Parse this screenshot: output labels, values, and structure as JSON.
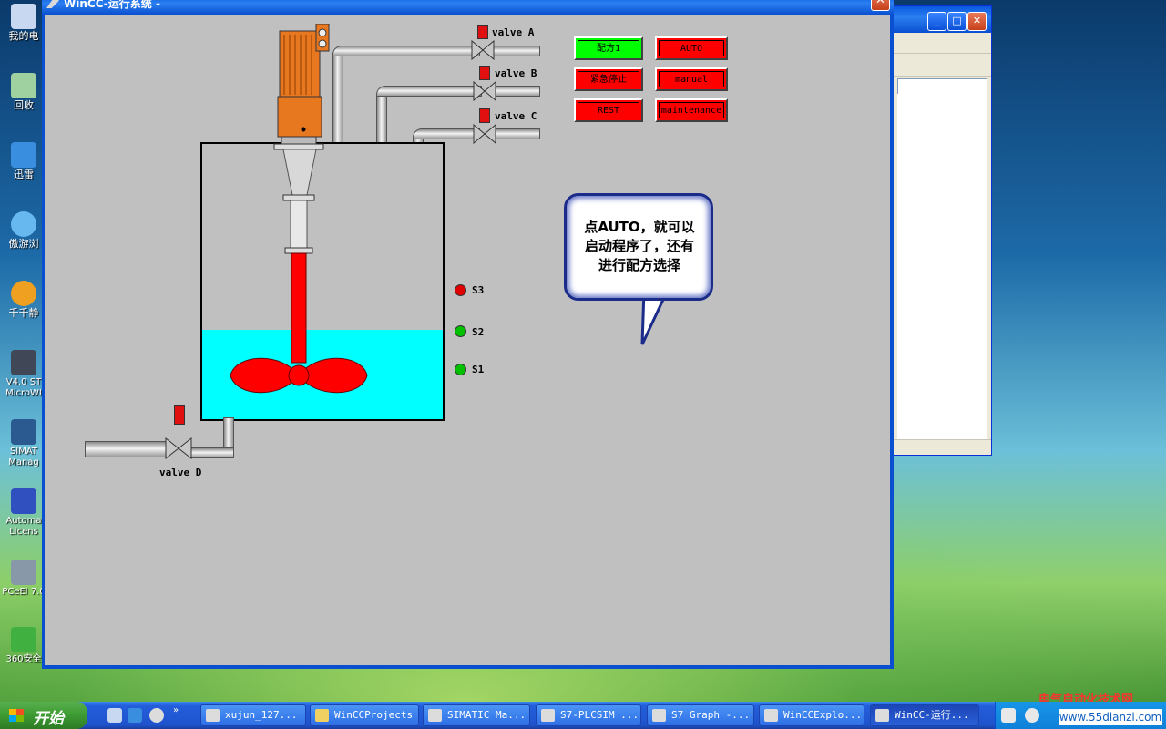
{
  "desktop": {
    "icons": [
      {
        "label": "我的电",
        "icon": "my-computer-icon"
      },
      {
        "label": "回收",
        "icon": "recycle-bin-icon"
      },
      {
        "label": "迅雷",
        "icon": "thunder-icon"
      },
      {
        "label": "傲游浏",
        "icon": "maxthon-icon"
      },
      {
        "label": "千千静",
        "icon": "ttplayer-icon"
      },
      {
        "label": "V4.0 ST MicroWI",
        "icon": "microwin-icon"
      },
      {
        "label": "SIMAT Manag",
        "icon": "simatic-icon"
      },
      {
        "label": "Automa Licens",
        "icon": "license-icon"
      },
      {
        "label": "PCeEl 7.0",
        "icon": "pc-icon"
      },
      {
        "label": "360安全",
        "icon": "shield-icon"
      }
    ]
  },
  "window": {
    "title": "WinCC-运行系统 -",
    "close": "✕"
  },
  "hmi": {
    "valves": {
      "a": "valve A",
      "b": "valve B",
      "c": "valve C",
      "d": "valve D"
    },
    "buttons": {
      "recipe": "配方1",
      "auto": "AUTO",
      "estop": "紧急停止",
      "manual": "manual",
      "reset": "REST",
      "maintenance": "maintenance"
    },
    "sensors": {
      "s3": "S3",
      "s2": "S2",
      "s1": "S1"
    },
    "callout": {
      "line1": "点AUTO，就可以",
      "line2": "启动程序了，还有",
      "line3": "进行配方选择"
    },
    "colors": {
      "sensor_on": "#00c000",
      "sensor_off": "#e00000",
      "button_active": "#00ff00",
      "button_inactive": "#ff0000",
      "water": "#00ffff",
      "agitator": "#ff0000"
    }
  },
  "taskbar": {
    "start": "开始",
    "tasks": [
      "xujun_127...",
      "WinCCProjects",
      "SIMATIC Ma...",
      "S7-PLCSIM ...",
      "S7 Graph -...",
      "WinCCExplo...",
      "WinCC-运行..."
    ]
  },
  "watermark": {
    "line1": "电气自动化技术网",
    "line2": "www.55dianzi.com"
  }
}
